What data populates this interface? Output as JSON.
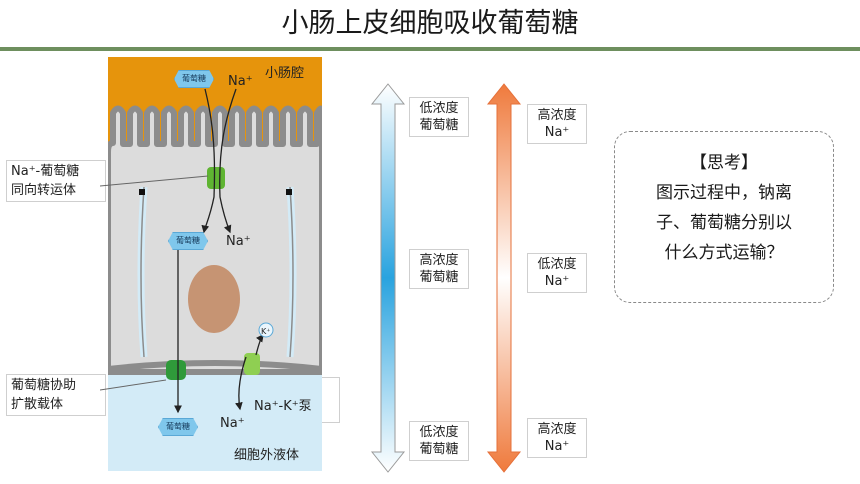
{
  "title": "小肠上皮细胞吸收葡萄糖",
  "figure": {
    "lumen_label": "小肠腔",
    "extracellular_label": "细胞外液体",
    "glucose": "葡萄糖",
    "na_top": "Na⁺",
    "na_mid": "Na⁺",
    "na_bottom": "Na⁺",
    "k": "K⁺",
    "pump_label": "Na⁺-K⁺泵"
  },
  "callouts": {
    "symporter": [
      "Na⁺-葡萄糖",
      "同向转运体"
    ],
    "facilitated": [
      "葡萄糖协助",
      "扩散载体"
    ]
  },
  "glucose_gradient": {
    "top": [
      "低浓度",
      "葡萄糖"
    ],
    "middle": [
      "高浓度",
      "葡萄糖"
    ],
    "bottom": [
      "低浓度",
      "葡萄糖"
    ]
  },
  "na_gradient": {
    "top": [
      "高浓度",
      "Na⁺"
    ],
    "middle": [
      "低浓度",
      "Na⁺"
    ],
    "bottom": [
      "高浓度",
      "Na⁺"
    ]
  },
  "think": {
    "heading": "【思考】",
    "lines": [
      "图示过程中，钠离",
      "子、葡萄糖分别以",
      "什么方式运输？"
    ]
  },
  "colors": {
    "lumen": "#e6940c",
    "cytoplasm": "#dcdcdc",
    "extracellular": "#d3ebf7",
    "nucleus": "#c69473",
    "transporter": "#5fb432",
    "glucose_arrow": "#29a3df",
    "na_arrow": "#ef7a3c"
  }
}
